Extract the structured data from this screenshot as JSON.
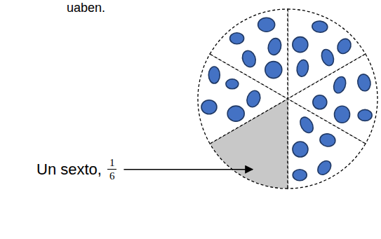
{
  "diagram": {
    "labels": [
      "uaben.",
      "Un sexto,",
      "1",
      "6"
    ]
  }
}
